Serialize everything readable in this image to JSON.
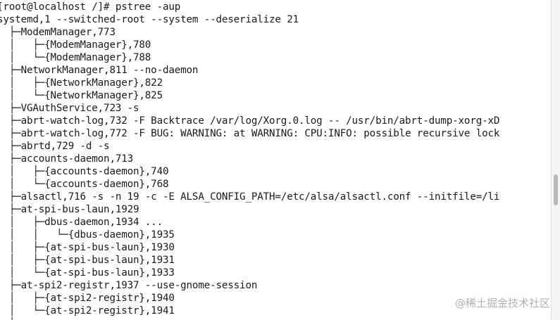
{
  "terminal": {
    "lines": [
      "[root@localhost /]# pstree -aup",
      "systemd,1 --switched-root --system --deserialize 21",
      "  ├─ModemManager,773",
      "  │   ├─{ModemManager},780",
      "  │   └─{ModemManager},788",
      "  ├─NetworkManager,811 --no-daemon",
      "  │   ├─{NetworkManager},822",
      "  │   └─{NetworkManager},825",
      "  ├─VGAuthService,723 -s",
      "  ├─abrt-watch-log,732 -F Backtrace /var/log/Xorg.0.log -- /usr/bin/abrt-dump-xorg-xD",
      "  ├─abrt-watch-log,772 -F BUG: WARNING: at WARNING: CPU:INFO: possible recursive lock",
      "  ├─abrtd,729 -d -s",
      "  ├─accounts-daemon,713",
      "  │   ├─{accounts-daemon},740",
      "  │   └─{accounts-daemon},768",
      "  ├─alsactl,716 -s -n 19 -c -E ALSA_CONFIG_PATH=/etc/alsa/alsactl.conf --initfile=/li",
      "  ├─at-spi-bus-laun,1929",
      "  │   ├─dbus-daemon,1934 ...",
      "  │   │   └─{dbus-daemon},1935",
      "  │   ├─{at-spi-bus-laun},1930",
      "  │   ├─{at-spi-bus-laun},1931",
      "  │   └─{at-spi-bus-laun},1933",
      "  ├─at-spi2-registr,1937 --use-gnome-session",
      "  │   ├─{at-spi2-registr},1940",
      "  │   └─{at-spi2-registr},1941",
      "  ├─"
    ]
  },
  "watermark": {
    "text": "@稀土掘金技术社区"
  }
}
